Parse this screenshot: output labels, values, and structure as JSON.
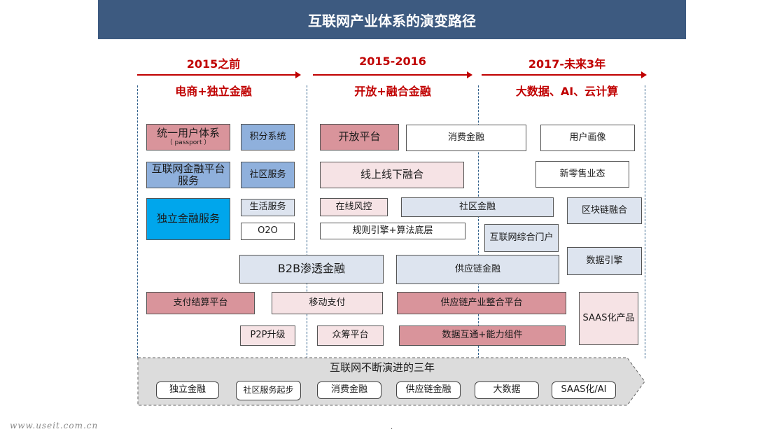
{
  "title": "互联网产业体系的演变路径",
  "eras": [
    {
      "period": "2015之前",
      "theme": "电商+独立金融"
    },
    {
      "period": "2015-2016",
      "theme": "开放+融合金融"
    },
    {
      "period": "2017-未来3年",
      "theme": "大数据、AI、云计算"
    }
  ],
  "era1": {
    "unified_user_system": "统一用户体系",
    "unified_user_system_sub": "（ passport ）",
    "points_system": "积分系统",
    "internet_finance_platform": "互联网金融平台服务",
    "community_service": "社区服务",
    "life_service": "生活服务",
    "independent_finance_service": "独立金融服务",
    "o2o": "O2O"
  },
  "era2": {
    "open_platform": "开放平台",
    "consumer_finance": "消费金融",
    "online_offline_fusion": "线上线下融合",
    "online_risk_control": "在线风控",
    "community_finance": "社区金融",
    "rule_engine": "规则引擎+算法底层",
    "internet_portal": "互联网综合门户"
  },
  "era3": {
    "user_profile": "用户画像",
    "new_retail": "新零售业态",
    "blockchain_fusion": "区块链融合",
    "data_engine": "数据引擎",
    "saas_products": "SAAS化产品"
  },
  "cross": {
    "b2b_finance": "B2B渗透金融",
    "supply_chain_finance": "供应链金融",
    "payment_settlement": "支付结算平台",
    "mobile_payment": "移动支付",
    "supply_chain_platform": "供应链产业整合平台",
    "p2p_upgrade": "P2P升级",
    "crowdfunding": "众筹平台",
    "data_interconnect": "数据互通+能力组件"
  },
  "evolution": {
    "title": "互联网不断演进的三年",
    "items": [
      "独立金融",
      "社区服务起步",
      "消费金融",
      "供应链金融",
      "大数据",
      "SAAS化/AI"
    ]
  },
  "watermark": "www.useit.com.cn",
  "footer_mark": "."
}
